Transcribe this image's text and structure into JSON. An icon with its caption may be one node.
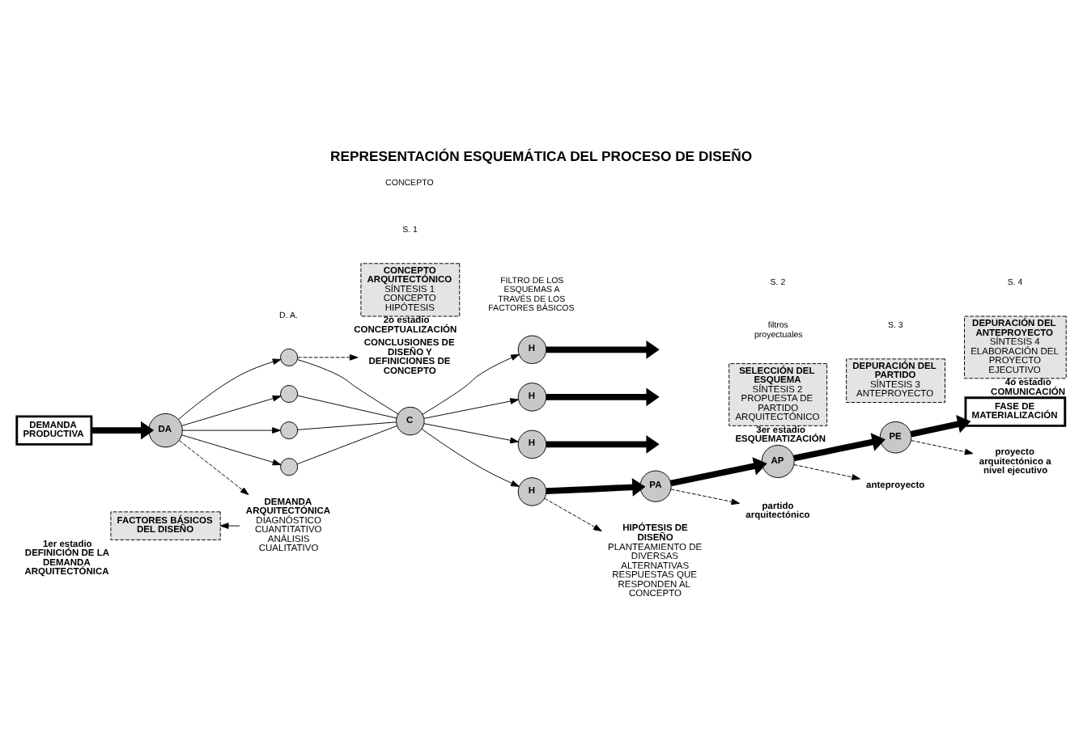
{
  "diagram": {
    "title": "REPRESENTACIÓN ESQUEMÁTICA DEL PROCESO DE DISEÑO",
    "nodes": [
      {
        "text": [
          "DEMANDA PRODUCTIVA"
        ]
      },
      {
        "text": [
          "DA"
        ]
      },
      {
        "text": [],
        "shape": "circle"
      },
      {
        "text": [],
        "shape": "circle"
      },
      {
        "text": [],
        "shape": "circle"
      },
      {
        "text": [],
        "shape": "circle"
      },
      {
        "text": [
          "C"
        ]
      },
      {
        "text": [
          "H"
        ]
      },
      {
        "text": [
          "H"
        ]
      },
      {
        "text": [
          "H"
        ]
      },
      {
        "text": [
          "H"
        ]
      },
      {
        "text": [
          "PA"
        ]
      },
      {
        "text": [
          "AP"
        ]
      },
      {
        "text": [
          "PE"
        ]
      },
      {
        "text": [
          "FASE DE MATERIALIZACIÓN"
        ]
      },
      {
        "text": [
          "CONCLUSIONES DE DISEÑO Y DEFINICIONES DE CONCEPTO"
        ]
      },
      {
        "text": [
          "DEMANDA ARQUITECTÓNICA",
          "DIAGNÓSTICO CUANTITATIVO",
          "ANÁLISIS CUALITATIVO"
        ]
      },
      {
        "text": [
          "HIPÓTESIS DE DISEÑO",
          "PLANTEAMIENTO DE DIVERSAS ALTERNATIVAS",
          "RESPUESTAS QUE RESPONDEN AL CONCEPTO"
        ]
      },
      {
        "text": [
          "partido arquitectónico"
        ]
      },
      {
        "text": [
          "anteproyecto"
        ]
      },
      {
        "text": [
          "proyecto arquitectónico a nivel ejecutivo"
        ]
      },
      {
        "text": [
          "FACTORES BÁSICOS DEL DISEÑO"
        ],
        "beside": [
          "1er estadio DEFINICIÓN DE LA DEMANDA ARQUITECTÓNICA"
        ]
      },
      {
        "text": [
          "CONCEPTO ARQUITECTÓNICO",
          "SÍNTESIS 1 CONCEPTO HIPÓTESIS"
        ],
        "beside": [
          "2o estadio CONCEPTUALIZACIÓN"
        ]
      },
      {
        "text": [
          "SELECCIÓN DEL ESQUEMA",
          "SÍNTESIS 2 PROPUESTA DE PARTIDO ARQUITECTÓNICO"
        ],
        "beside": [
          "3er estadio ESQUEMATIZACIÓN"
        ]
      },
      {
        "text": [
          "DEPURACIÓN DEL PARTIDO",
          "SÍNTESIS 3 ANTEPROYECTO"
        ]
      },
      {
        "text": [
          "DEPURACIÓN DEL ANTEPROYECTO",
          "SÍNTESIS 4 ELABORACIÓN DEL PROYECTO EJECUTIVO"
        ],
        "beside": [
          "4o estadio COMUNICACIÓN"
        ]
      }
    ],
    "edges": [
      {
        "from": 0,
        "to": 1,
        "arrow": "to",
        "style": "thick"
      },
      {
        "from": 1,
        "to": 2,
        "arrow": "to"
      },
      {
        "from": 1,
        "to": 3,
        "arrow": "to"
      },
      {
        "from": 1,
        "to": 4,
        "arrow": "to"
      },
      {
        "from": 1,
        "to": 5,
        "arrow": "to"
      },
      {
        "from": 2,
        "to": 6,
        "arrow": "none"
      },
      {
        "from": 3,
        "to": 6,
        "arrow": "none"
      },
      {
        "from": 4,
        "to": 6,
        "arrow": "none"
      },
      {
        "from": 5,
        "to": 6,
        "arrow": "none"
      },
      {
        "from": 6,
        "to": 7,
        "arrow": "to"
      },
      {
        "from": 6,
        "to": 8,
        "arrow": "to"
      },
      {
        "from": 6,
        "to": 9,
        "arrow": "to"
      },
      {
        "from": 6,
        "to": 10,
        "arrow": "to"
      },
      {
        "from": 7,
        "to": null,
        "arrow": "to",
        "style": "thick"
      },
      {
        "from": 8,
        "to": null,
        "arrow": "to",
        "style": "thick"
      },
      {
        "from": 9,
        "to": null,
        "arrow": "to",
        "style": "thick"
      },
      {
        "from": 10,
        "to": 11,
        "arrow": "to",
        "style": "thick"
      },
      {
        "from": 11,
        "to": 12,
        "arrow": "to",
        "style": "thick"
      },
      {
        "from": 12,
        "to": 13,
        "arrow": "to",
        "style": "thick"
      },
      {
        "from": 13,
        "to": 14,
        "arrow": "to",
        "style": "thick"
      },
      {
        "from": 2,
        "to": 15,
        "arrow": "to",
        "style": "dashed"
      },
      {
        "from": 1,
        "to": 16,
        "arrow": "to",
        "style": "dashed"
      },
      {
        "from": 10,
        "to": 17,
        "arrow": "to",
        "style": "dashed"
      },
      {
        "from": 11,
        "to": 18,
        "arrow": "to",
        "style": "dashed"
      },
      {
        "from": 12,
        "to": 19,
        "arrow": "to",
        "style": "dashed"
      },
      {
        "from": 13,
        "to": 20,
        "arrow": "to",
        "style": "dashed"
      },
      {
        "from": 16,
        "to": 21,
        "arrow": "to"
      }
    ],
    "labels": [
      "D. A.",
      "S. 1",
      "FILTRO DE LOS ESQUEMAS A TRAVÉS DE LOS FACTORES BÁSICOS",
      "filtros proyectuales",
      "S. 2",
      "S. 3",
      "S. 4",
      "CONCEPTO"
    ]
  }
}
